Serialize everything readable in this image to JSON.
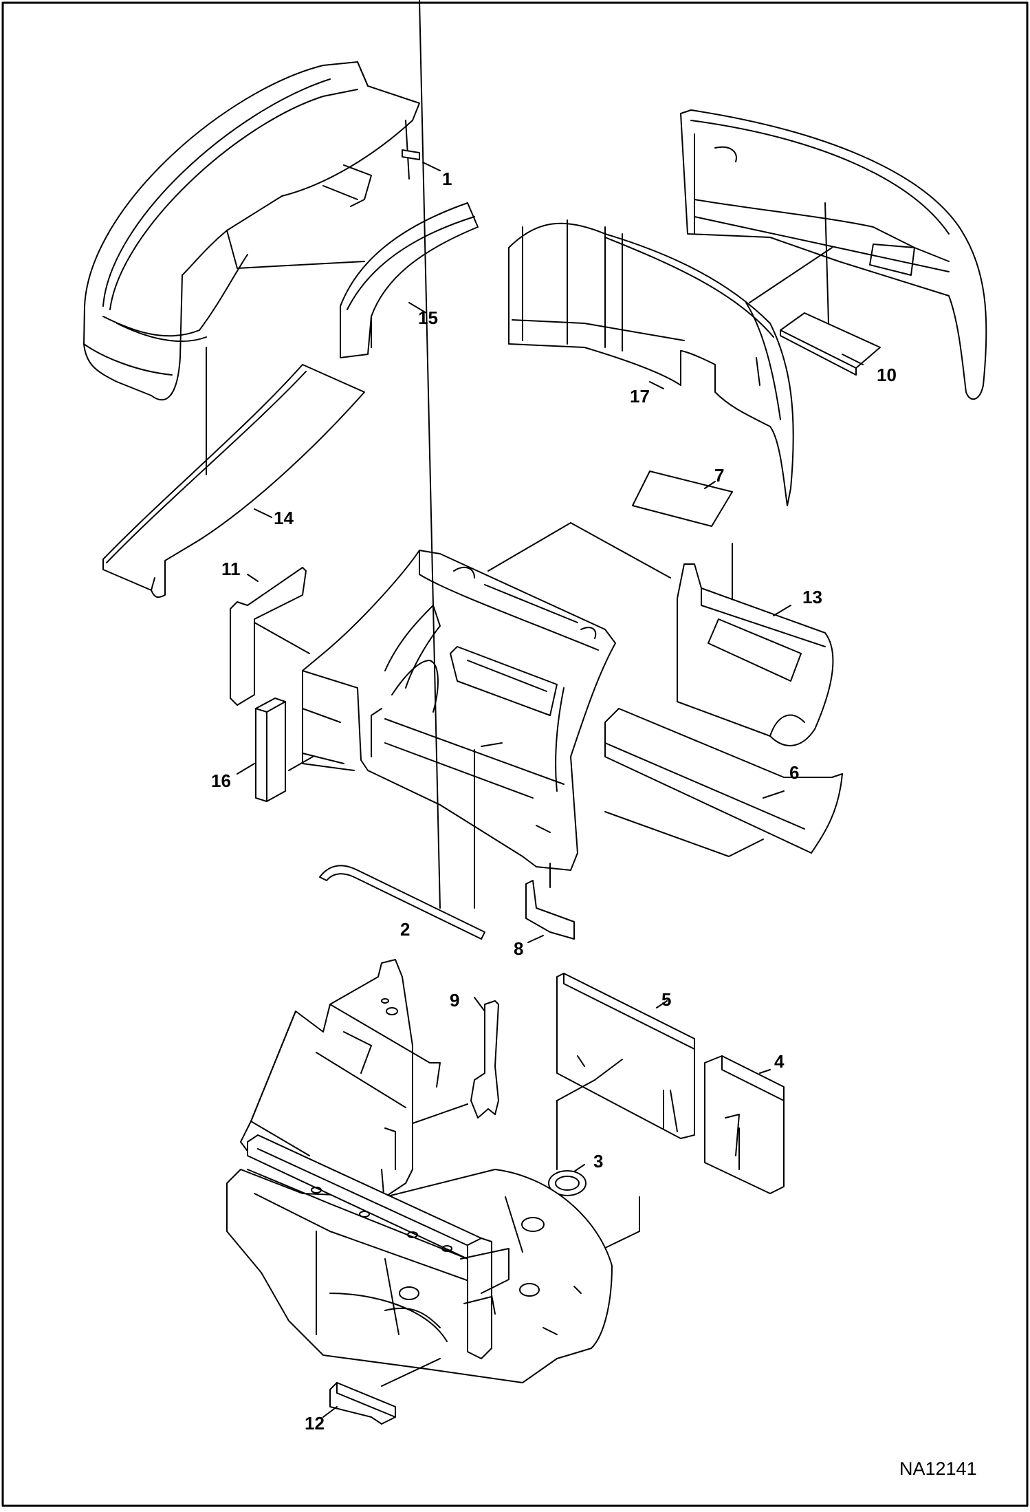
{
  "figure_id": "NA12141",
  "callouts": {
    "p1": "1",
    "p2": "2",
    "p3": "3",
    "p4": "4",
    "p5": "5",
    "p6": "6",
    "p7": "7",
    "p8": "8",
    "p9": "9",
    "p10": "10",
    "p11": "11",
    "p12": "12",
    "p13": "13",
    "p14": "14",
    "p15": "15",
    "p16": "16",
    "p17": "17"
  },
  "colors": {
    "line": "#000000",
    "fill": "#ffffff",
    "border": "#000000"
  }
}
